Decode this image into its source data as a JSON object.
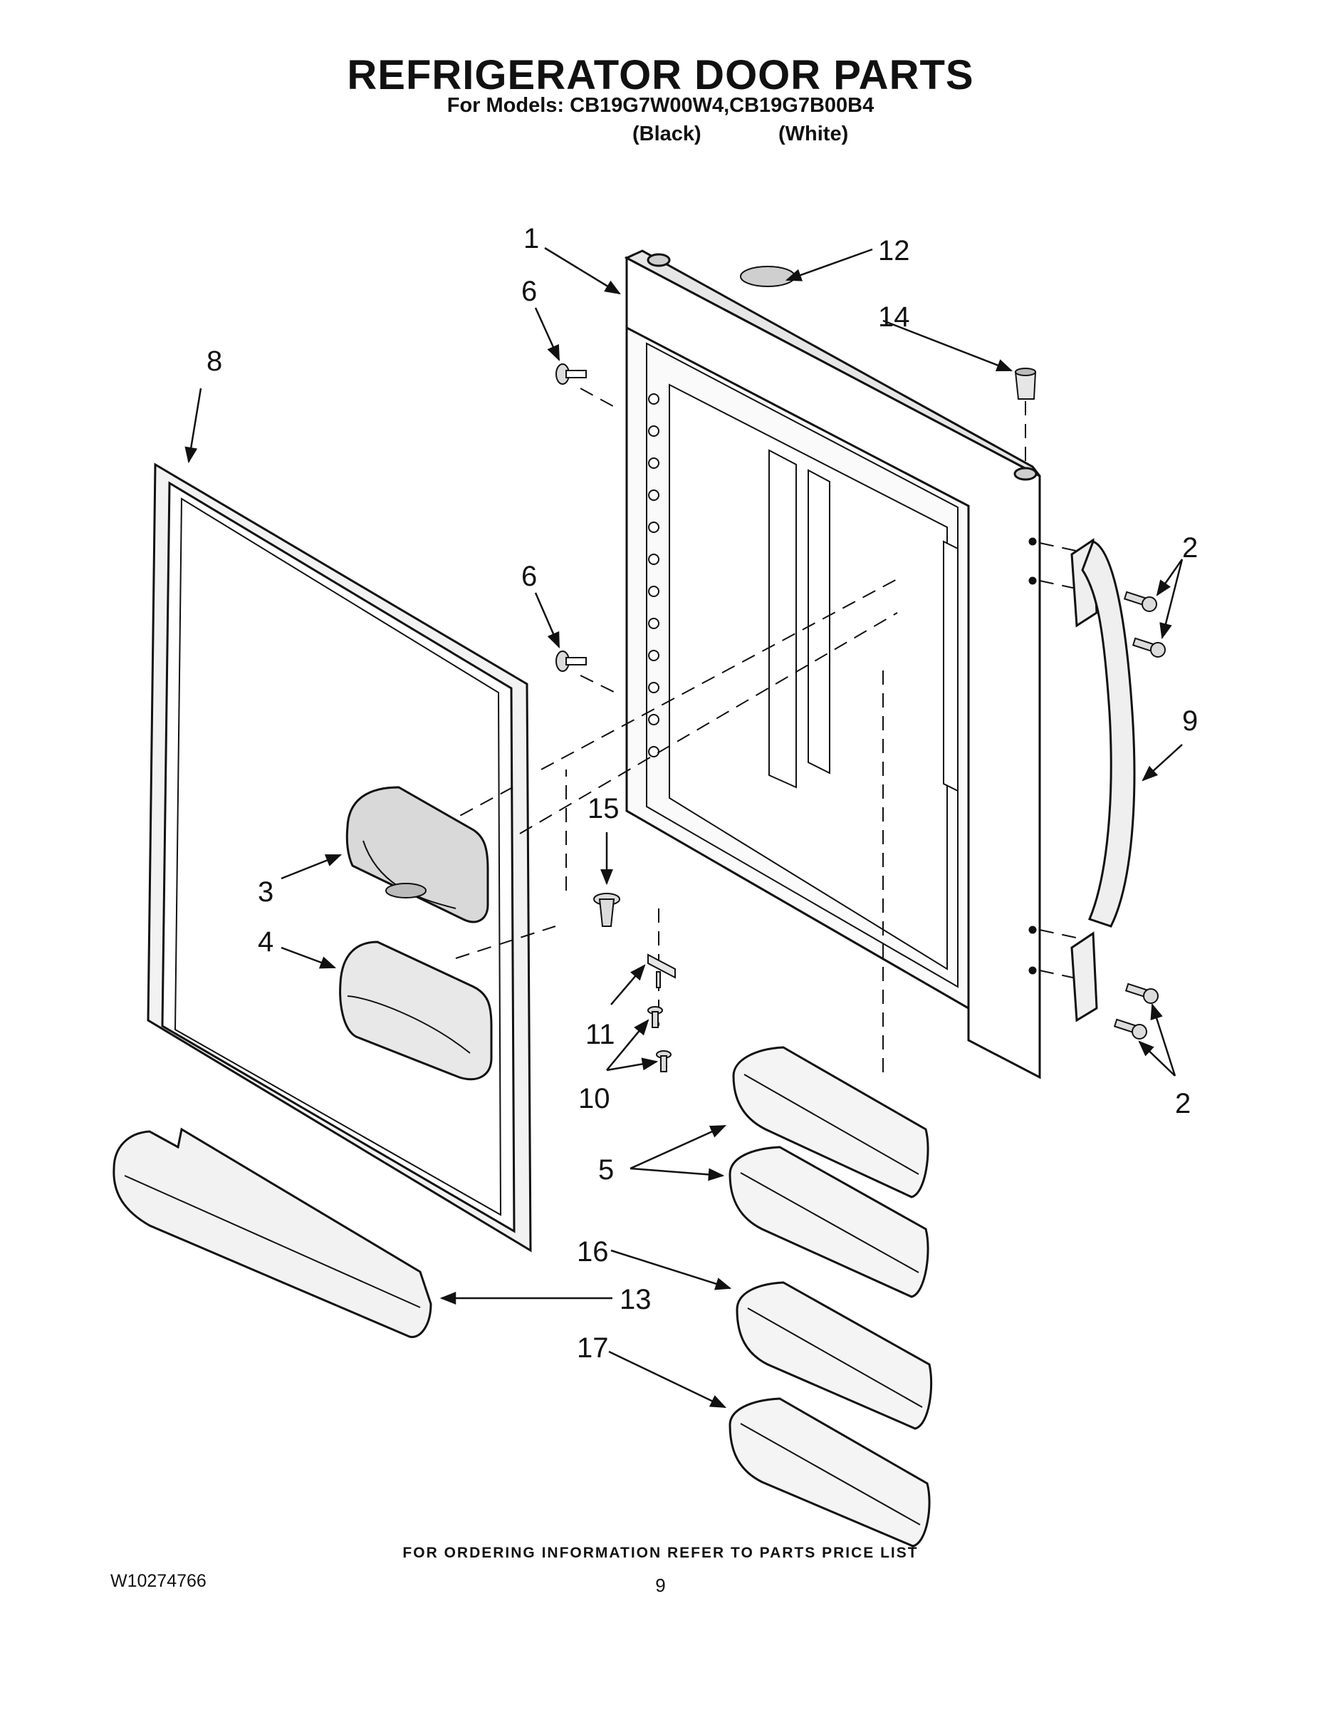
{
  "header": {
    "title": "REFRIGERATOR DOOR PARTS",
    "subtitle": "For Models: CB19G7W00W4,CB19G7B00B4",
    "variant_black": "(Black)",
    "variant_white": "(White)"
  },
  "callouts": {
    "c1": "1",
    "c2a": "2",
    "c2b": "2",
    "c3": "3",
    "c4": "4",
    "c5": "5",
    "c6a": "6",
    "c6b": "6",
    "c8": "8",
    "c9": "9",
    "c10": "10",
    "c11": "11",
    "c12": "12",
    "c13": "13",
    "c14": "14",
    "c15": "15",
    "c16": "16",
    "c17": "17"
  },
  "footer": {
    "note": "FOR ORDERING INFORMATION REFER TO PARTS PRICE LIST",
    "doc_number": "W10274766",
    "page_number": "9"
  }
}
